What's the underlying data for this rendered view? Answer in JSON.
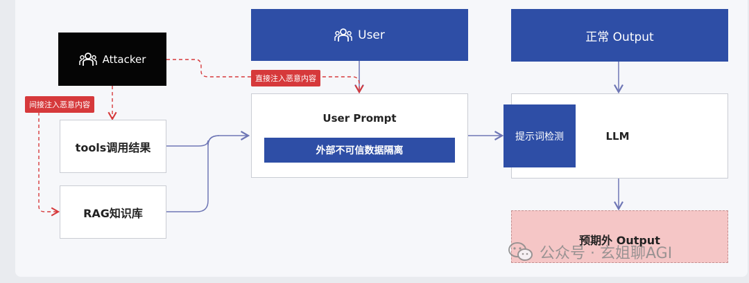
{
  "nodes": {
    "attacker": "Attacker",
    "user": "User",
    "normal_output": "正常 Output",
    "tools_result": "tools调用结果",
    "rag": "RAG知识库",
    "user_prompt": "User Prompt",
    "isolation": "外部不可信数据隔离",
    "prompt_detect": "提示词检测",
    "llm": "LLM",
    "unexpected_output": "预期外 Output"
  },
  "tags": {
    "direct": "直接注入恶意内容",
    "indirect": "间接注入恶意内容"
  },
  "watermark": "公众号 · 玄姐聊AGI",
  "colors": {
    "primary_blue": "#2e4ea6",
    "attack_red": "#d6393b",
    "flow_purple": "#6e76b5",
    "unexpected_pink": "#f5c6c6"
  }
}
